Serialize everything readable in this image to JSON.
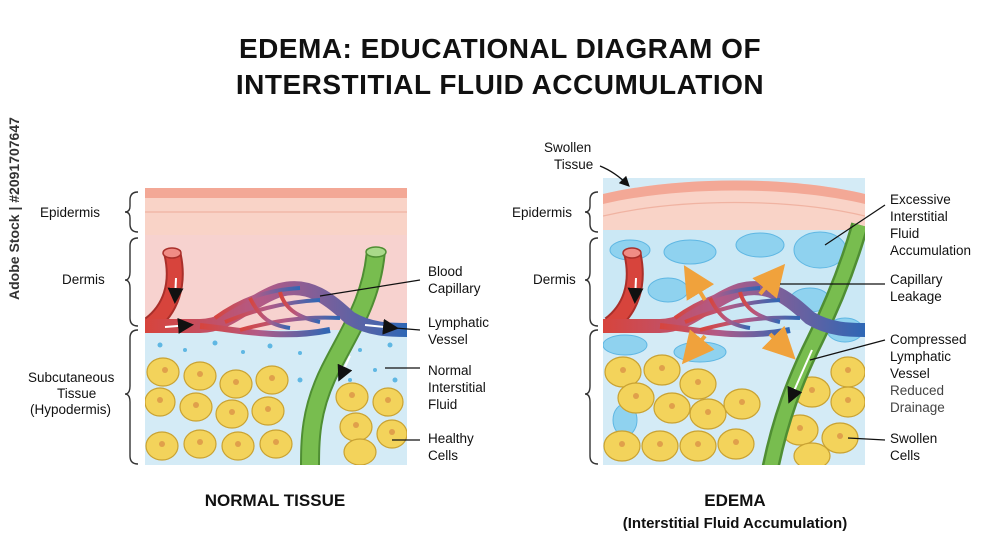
{
  "title": {
    "line1": "EDEMA: EDUCATIONAL DIAGRAM OF",
    "line2": "INTERSTITIAL FLUID ACCUMULATION"
  },
  "watermark": "Adobe Stock | #2091707647",
  "left_panel": {
    "caption": "NORMAL TISSUE",
    "left_labels": {
      "epidermis": "Epidermis",
      "dermis": "Dermis",
      "subcutaneous": [
        "Subcutaneous",
        "Tissue",
        "(Hypodermis)"
      ]
    },
    "right_labels": {
      "blood_capillary": [
        "Blood",
        "Capillary"
      ],
      "lymphatic_vessel": [
        "Lymphatic",
        "Vessel"
      ],
      "normal_fluid": [
        "Normal",
        "Interstitial",
        "Fluid"
      ],
      "healthy_cells": [
        "Healthy",
        "Cells"
      ]
    }
  },
  "right_panel": {
    "caption": "EDEMA",
    "subcaption": "(Interstitial Fluid Accumulation)",
    "top_label": [
      "Swollen",
      "Tissue"
    ],
    "left_labels": {
      "epidermis": "Epidermis",
      "dermis": "Dermis"
    },
    "right_labels": {
      "excessive_fluid": [
        "Excessive",
        "Interstitial",
        "Fluid",
        "Accumulation"
      ],
      "capillary_leakage": [
        "Capillary",
        "Leakage"
      ],
      "compressed_lymph": [
        "Compressed",
        "Lymphatic",
        "Vessel"
      ],
      "reduced_drainage": [
        "Reduced",
        "Drainage"
      ],
      "swollen_cells": [
        "Swollen",
        "Cells"
      ]
    }
  },
  "colors": {
    "skin_top": "#f6b7a6",
    "skin_layer": "#f9d3c7",
    "dermis": "#f7d2cf",
    "fluid": "#d4ebf6",
    "fluid_pool": "#8fd2ef",
    "artery": "#d7443c",
    "vein": "#2e67b5",
    "lymph": "#6cae45",
    "cell": "#f3d35b",
    "arrow": "#f0a23c"
  }
}
